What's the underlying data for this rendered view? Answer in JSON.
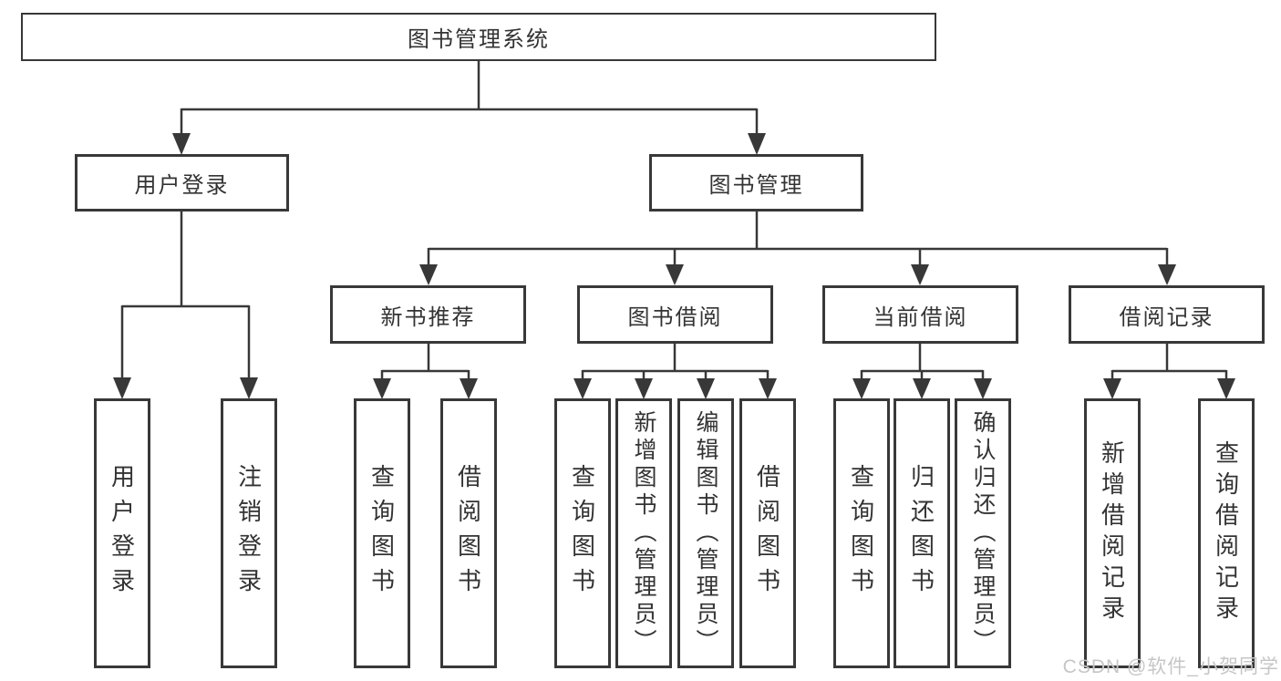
{
  "diagram": {
    "root": {
      "label": "图书管理系统"
    },
    "branches": [
      {
        "label": "用户登录",
        "leaves": [
          "用户登录",
          "注销登录"
        ]
      },
      {
        "label": "图书管理",
        "children": [
          {
            "label": "新书推荐",
            "leaves": [
              "查询图书",
              "借阅图书"
            ]
          },
          {
            "label": "图书借阅",
            "leaves": [
              "查询图书",
              "新增图书（管理员）",
              "编辑图书（管理员）",
              "借阅图书"
            ]
          },
          {
            "label": "当前借阅",
            "leaves": [
              "查询图书",
              "归还图书",
              "确认归还（管理员）"
            ]
          },
          {
            "label": "借阅记录",
            "leaves": [
              "新增借阅记录",
              "查询借阅记录"
            ]
          }
        ]
      }
    ]
  },
  "watermark": "CSDN @软件_小贺同学",
  "colors": {
    "line": "#383838",
    "text": "#333333",
    "background": "#ffffff",
    "watermark": "#c6c6c6"
  }
}
